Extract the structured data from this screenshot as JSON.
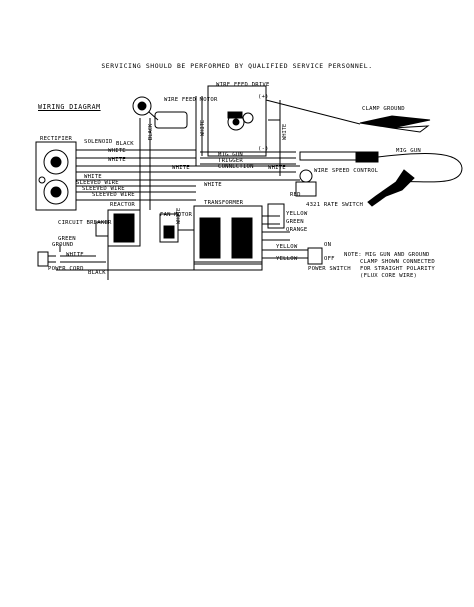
{
  "header": {
    "notice": "SERVICING SHOULD BE PERFORMED BY QUALIFIED SERVICE PERSONNEL.",
    "title": "WIRING DIAGRAM"
  },
  "components": {
    "wire_feed_motor": "WIRE FEED MOTOR",
    "wire_feed_drive": "WIRE FEED DRIVE",
    "clamp_ground": "CLAMP GROUND",
    "rectifier": "RECTIFIER",
    "solenoid": "SOLENOID",
    "mig_gun": "MIG GUN",
    "trigger": "TRIGGER",
    "connection": "CONNECTION",
    "wire_speed_control": "WIRE SPEED CONTROL",
    "reactor": "REACTOR",
    "transformer": "TRANSFORMER",
    "fan_motor": "FAN MOTOR",
    "circuit_breaker": "CIRCUIT BREAKER",
    "ground": "GROUND",
    "power_cord": "POWER CORD",
    "rate_switch": "4321 RATE SWITCH",
    "power_switch": "POWER SWITCH",
    "on": "ON",
    "off": "OFF"
  },
  "wires": {
    "black": "BLACK",
    "white": "WHITE",
    "green": "GREEN",
    "red": "RED",
    "yellow": "YELLOW",
    "orange": "ORANGE",
    "sleeved_wire": "SLEEVED WIRE",
    "mig_gun_wire": "MIG GUN",
    "plus": "(+)",
    "minus": "(-)"
  },
  "note": {
    "line1": "NOTE: MIG GUN AND GROUND",
    "line2": "CLAMP SHOWN CONNECTED",
    "line3": "FOR STRAIGHT POLARITY",
    "line4": "(FLUX CORE WIRE)"
  }
}
